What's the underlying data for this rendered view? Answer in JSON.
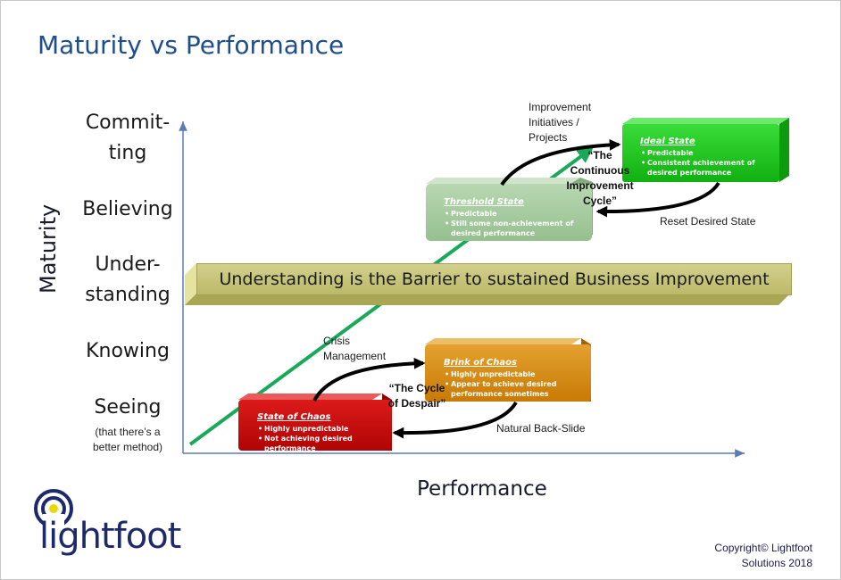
{
  "title": "Maturity vs Performance",
  "axes": {
    "y_title": "Maturity",
    "x_title": "Performance",
    "levels": [
      "Commit-\nting",
      "Believing",
      "Under-\nstanding",
      "Knowing",
      "Seeing"
    ],
    "seeing_note": "(that there’s a better method)"
  },
  "banner": "Understanding is the Barrier to sustained Business Improvement",
  "states": {
    "ideal": {
      "title": "Ideal State",
      "bullets": [
        "Predictable",
        "Consistent achievement of desired performance"
      ]
    },
    "threshold": {
      "title": "Threshold State",
      "bullets": [
        "Predictable",
        "Still some non-achievement of desired performance"
      ]
    },
    "brink": {
      "title": "Brink of Chaos",
      "bullets": [
        "Highly unpredictable",
        "Appear to achieve desired performance sometimes"
      ]
    },
    "chaos": {
      "title": "State of Chaos",
      "bullets": [
        "Highly unpredictable",
        "Not achieving desired performance"
      ]
    }
  },
  "labels": {
    "improvement": "Improvement Initiatives / Projects",
    "reset": "Reset Desired State",
    "crisis": "Crisis Management",
    "backslide": "Natural Back-Slide"
  },
  "cycles": {
    "continuous": "“The Continuous Improvement Cycle”",
    "despair": "“The Cycle of Despair”"
  },
  "logo": "lightfoot",
  "copyright": "Copyright© Lightfoot Solutions 2018",
  "colors": {
    "title": "#1f4e8c",
    "ideal": "#1ec41e",
    "threshold": "#a4c99c",
    "brink": "#d98a0a",
    "chaos": "#c80b0b",
    "banner": "#c6c37a",
    "trend": "#1aa85a",
    "axis": "#5b7db4"
  }
}
